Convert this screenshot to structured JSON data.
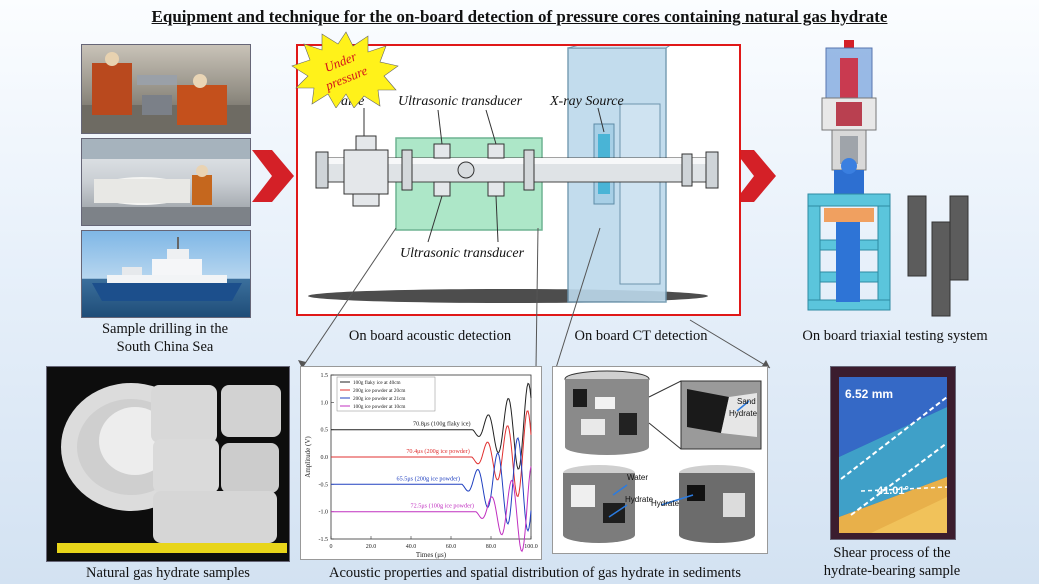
{
  "title": "Equipment and technique for the on-board detection of pressure cores containing natural gas hydrate",
  "badge": {
    "line1": "Under",
    "line2": "pressure"
  },
  "labels": {
    "valve": "Valve",
    "ut_top": "Ultrasonic transducer",
    "ut_bottom": "Ultrasonic transducer",
    "xray": "X-ray Source"
  },
  "captions": {
    "drilling_1": "Sample drilling in the",
    "drilling_2": "South China Sea",
    "acoustic": "On board acoustic detection",
    "ct": "On board CT detection",
    "triaxial": "On board triaxial testing system",
    "samples": "Natural gas hydrate samples",
    "acoustic_props": "Acoustic properties and spatial distribution of gas hydrate in sediments",
    "shear_1": "Shear process of the",
    "shear_2": "hydrate-bearing sample"
  },
  "ct_panel": {
    "sand": "Sand",
    "hydrate_a": "Hydrate",
    "water": "Water",
    "hydrate_b": "Hydrate",
    "hydrate_c": "Hydrate"
  },
  "shear_panel": {
    "dist": "6.52 mm",
    "angle": "41.01°"
  },
  "colors": {
    "arrow": "#d42027",
    "frame": "#e01818",
    "acoustic_box": "#9fe3bf",
    "ct_box": "#bcd9ec"
  },
  "chart_data": {
    "type": "line",
    "xlabel": "Times (μs)",
    "ylabel": "Amplitude (V)",
    "xlim": [
      0,
      100
    ],
    "ylim": [
      -1.5,
      1.5
    ],
    "x_ticks": [
      "0",
      "20.0",
      "40.0",
      "60.0",
      "80.0",
      "100.0"
    ],
    "y_ticks": [
      "1.5",
      "1.0",
      "0.5",
      "0.0",
      "-0.5",
      "-1.0",
      "-1.5"
    ],
    "legend": [
      "100g flaky ice at 40cm",
      "200g ice powder at 20cm",
      "200g ice powder at 21cm",
      "100g ice powder at 10cm"
    ],
    "series": [
      {
        "name": "100g flaky ice at 40cm",
        "color": "#222222",
        "offset": 0.5,
        "onset": 70.8,
        "label": "70.8μs (100g flaky ice)"
      },
      {
        "name": "200g ice powder at 20cm",
        "color": "#e03030",
        "offset": 0.0,
        "onset": 70.4,
        "label": "70.4μs (200g ice powder)"
      },
      {
        "name": "200g ice powder at 21cm",
        "color": "#2040c0",
        "offset": -0.5,
        "onset": 65.5,
        "label": "65.5μs (200g ice powder)"
      },
      {
        "name": "100g ice powder at 10cm",
        "color": "#c030c0",
        "offset": -1.0,
        "onset": 72.5,
        "label": "72.5μs (100g ice powder)"
      }
    ]
  }
}
